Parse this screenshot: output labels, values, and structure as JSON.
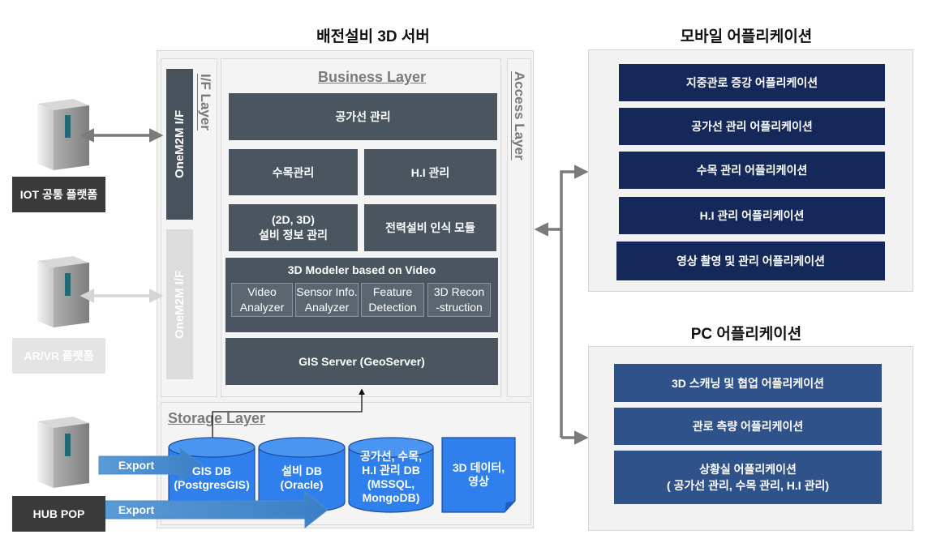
{
  "titles": {
    "server": "배전설비 3D 서버",
    "mobile": "모바일 어플리케이션",
    "pc": "PC 어플리케이션"
  },
  "left": {
    "iot": "IOT 공통 플랫폼",
    "arvr": "AR/VR 플랫폼",
    "hub": "HUB POP",
    "export1": "Export",
    "export2": "Export"
  },
  "server": {
    "if_layer_label": "I/F Layer",
    "onem2m_active": "OneM2M I/F",
    "onem2m_faded": "OneM2M I/F",
    "business_layer_label": "Business Layer",
    "access_layer_label": "Access Layer",
    "storage_layer_label": "Storage Layer",
    "powerline": "공가선 관리",
    "tree": "수목관리",
    "hi": "H.I 관리",
    "facility_line1": "(2D, 3D)",
    "facility_line2": "설비 정보 관리",
    "recognition": "전력설비 인식 모듈",
    "modeler_title": "3D Modeler based on Video",
    "modules": [
      {
        "line1": "Video",
        "line2": "Analyzer"
      },
      {
        "line1": "Sensor Info.",
        "line2": "Analyzer"
      },
      {
        "line1": "Feature",
        "line2": "Detection"
      },
      {
        "line1": "3D Recon",
        "line2": "-struction"
      }
    ],
    "gis_server": "GIS Server (GeoServer)"
  },
  "storage": {
    "db1_line1": "GIS DB",
    "db1_line2": "(PostgresGIS)",
    "db2_line1": "설비 DB",
    "db2_line2": "(Oracle)",
    "db3_line1": "공가선, 수목,",
    "db3_line2": "H.I 관리 DB",
    "db3_line3": "(MSSQL,",
    "db3_line4": "MongoDB)",
    "doc_line1": "3D 데이터,",
    "doc_line2": "영상"
  },
  "mobile_apps": [
    "지중관로 증강 어플리케이션",
    "공가선 관리 어플리케이션",
    "수목 관리 어플리케이션",
    "H.I 관리 어플리케이션",
    "영상 촬영 및 관리 어플리케이션"
  ],
  "pc_apps": {
    "scan": "3D 스캐닝 및 협업 어플리케이션",
    "survey": "관로 측량 어플리케이션",
    "situation_line1": "상황실 어플리케이션",
    "situation_line2": "( 공가선 관리, 수목 관리, H.I 관리)"
  },
  "colors": {
    "navy": "#14285a",
    "mid_blue": "#30528a",
    "dark_gray": "#4a5560",
    "db_blue": "#2f80ec",
    "export_blue": "#5b9bd5"
  }
}
